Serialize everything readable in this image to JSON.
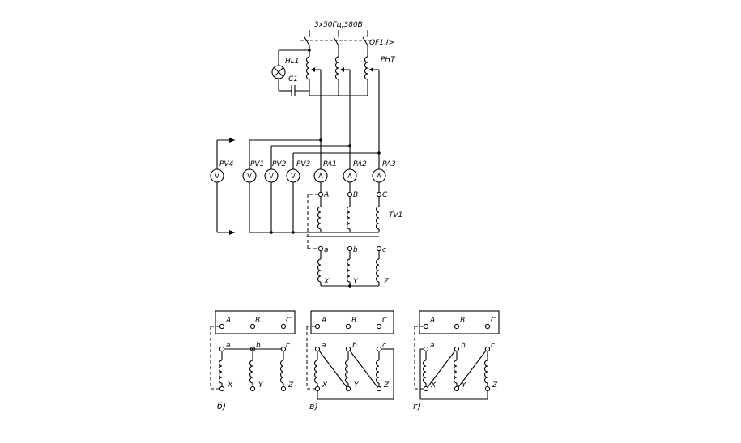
{
  "supply": {
    "label": "3x50Гц,380В",
    "breaker": "QF1,I>"
  },
  "components": {
    "lamp": "HL1",
    "capacitor": "C1",
    "regulator": "PHT",
    "transformer": "TV1"
  },
  "meters": [
    {
      "name": "PV4",
      "symbol": "V"
    },
    {
      "name": "PV1",
      "symbol": "V"
    },
    {
      "name": "PV2",
      "symbol": "V"
    },
    {
      "name": "PV3",
      "symbol": "V"
    },
    {
      "name": "PA1",
      "symbol": "A"
    },
    {
      "name": "PA2",
      "symbol": "A"
    },
    {
      "name": "PA3",
      "symbol": "A"
    }
  ],
  "hv_terminals": [
    "A",
    "B",
    "C"
  ],
  "lv_terminals_start": [
    "a",
    "b",
    "c"
  ],
  "lv_terminals_end": [
    "X",
    "Y",
    "Z"
  ],
  "variants": [
    {
      "caption": "б)",
      "hv": [
        "A",
        "B",
        "C"
      ],
      "start": [
        "a",
        "b",
        "c"
      ],
      "end": [
        "X",
        "Y",
        "Z"
      ]
    },
    {
      "caption": "в)",
      "hv": [
        "A",
        "B",
        "C"
      ],
      "start": [
        "a",
        "b",
        "c"
      ],
      "end": [
        "X",
        "Y",
        "Z"
      ]
    },
    {
      "caption": "г)",
      "hv": [
        "A",
        "B",
        "C"
      ],
      "start": [
        "a",
        "b",
        "c"
      ],
      "end": [
        "X",
        "Y",
        "Z"
      ]
    }
  ]
}
